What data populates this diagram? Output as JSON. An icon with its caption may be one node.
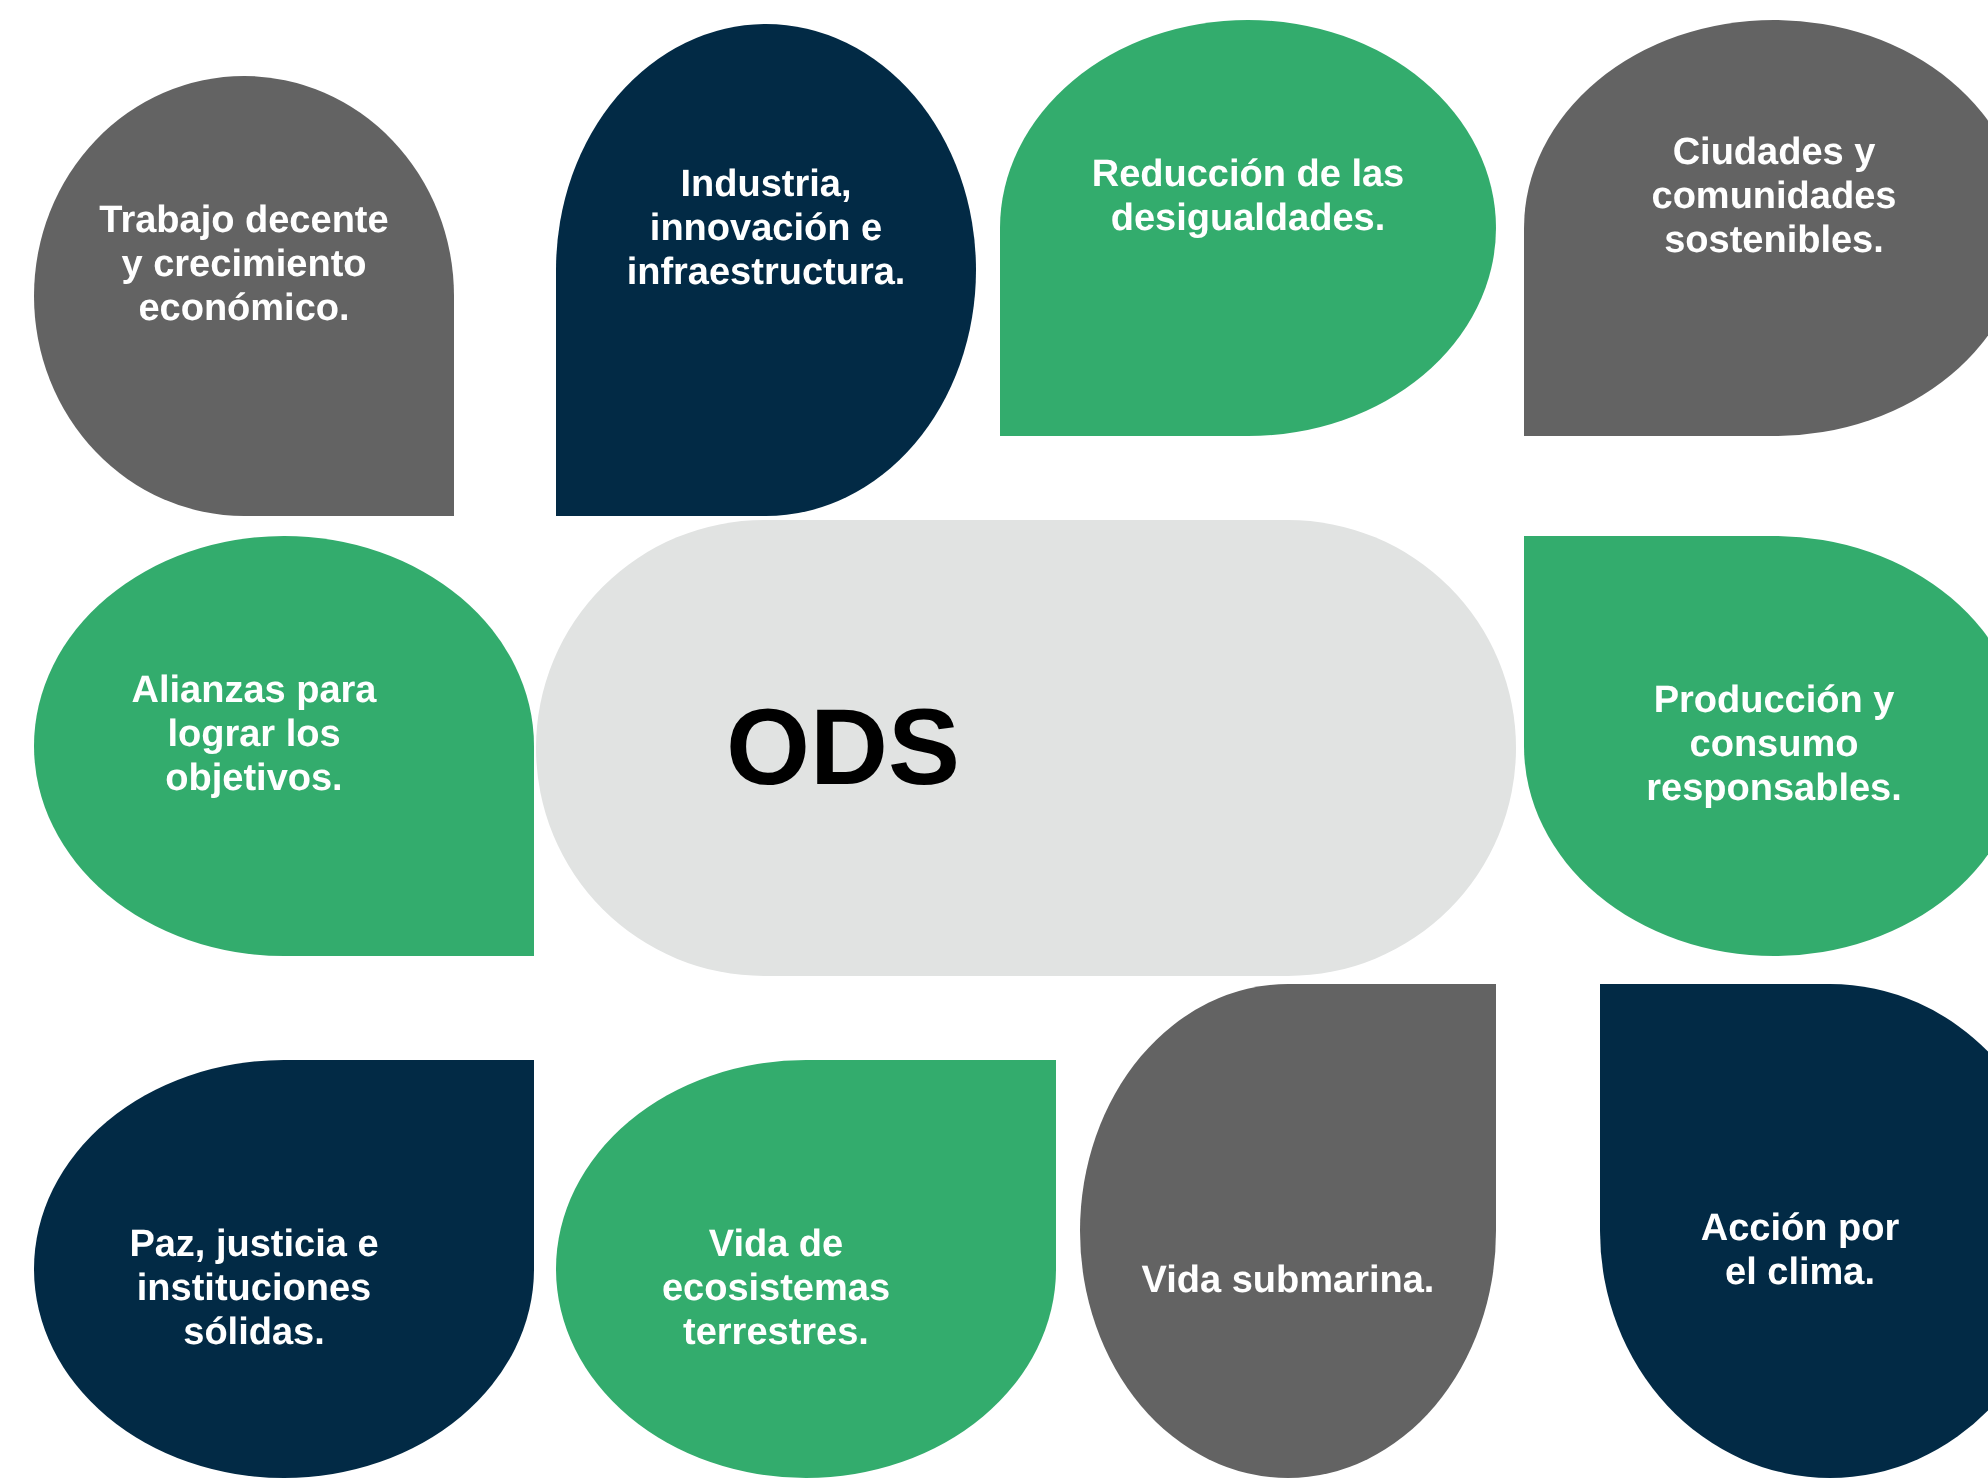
{
  "diagram": {
    "nodes": [
      {
        "text": [
          "Trabajo decente y crecimiento económico."
        ]
      },
      {
        "text": [
          "Industria, innovación e infraestructura."
        ]
      },
      {
        "text": [
          "Reducción de las desigualdades."
        ]
      },
      {
        "text": [
          "Ciudades y comunidades sostenibles."
        ]
      },
      {
        "text": [
          "Alianzas para lograr los objetivos."
        ]
      },
      {
        "text": [
          "ODS"
        ]
      },
      {
        "text": [
          "Producción y consumo responsables."
        ]
      },
      {
        "text": [
          "Paz, justicia e instituciones sólidas."
        ]
      },
      {
        "text": [
          "Vida de ecosistemas terrestres."
        ]
      },
      {
        "text": [
          "Vida submarina."
        ]
      },
      {
        "text": [
          "Acción por el clima."
        ]
      }
    ]
  }
}
